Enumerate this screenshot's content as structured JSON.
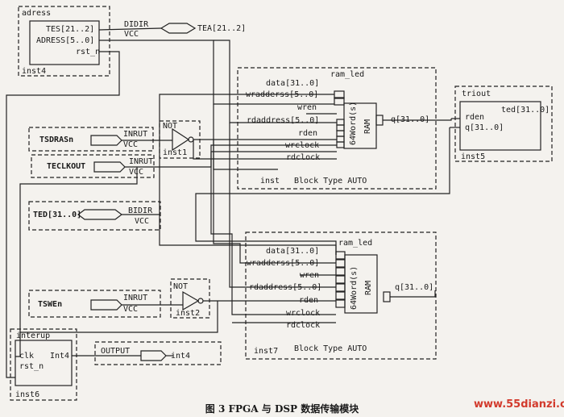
{
  "caption": "图 3   FPGA 与 DSP 数据传输模块",
  "watermark": "www.55dianzi.com",
  "adress": {
    "title": "adress",
    "ports": [
      "TES[21..2]",
      "ADRESS[5..0]",
      "rst_n"
    ],
    "inst": "inst4"
  },
  "didir": {
    "label1": "DIDIR",
    "label2": "VCC",
    "pin": "TEA[21..2]"
  },
  "ram1": {
    "title": "ram_led",
    "ports": [
      "data[31..0]",
      "wradderss[5..0]",
      "wren",
      "rdaddress[5..0]",
      "rden",
      "wrclock",
      "rdclock"
    ],
    "body": "64Word(s)",
    "body2": "RAM",
    "q": "q[31..0]",
    "inst": "inst",
    "type": "Block Type AUTO"
  },
  "triout": {
    "title": "triout",
    "ports": [
      "rden",
      "q[31..0]"
    ],
    "out": "ted[31..0]",
    "inst": "inst5"
  },
  "tsdrasn": {
    "name": "TSDRASn",
    "label1": "INRUT",
    "label2": "VCC"
  },
  "not1": {
    "label": "NOT",
    "inst": "inst1"
  },
  "teclkout": {
    "name": "TECLKOUT",
    "label1": "INRUT",
    "label2": "VCC"
  },
  "ted": {
    "name": "TED[31..0]",
    "label1": "BIDIR",
    "label2": "VCC"
  },
  "ram2": {
    "title": "ram_led",
    "ports": [
      "data[31..0]",
      "wradderss[5..0]",
      "wren",
      "rdaddress[5..0]",
      "rden",
      "wrclock",
      "rdclock"
    ],
    "body": "64Word(s)",
    "body2": "RAM",
    "q": "q[31..0]",
    "inst": "inst7",
    "type": "Block Type AUTO"
  },
  "tswen": {
    "name": "TSWEn",
    "label1": "INRUT",
    "label2": "VCC"
  },
  "not2": {
    "label": "NOT",
    "inst": "inst2"
  },
  "interup": {
    "title": "interup",
    "ports": [
      "clk",
      "rst_n"
    ],
    "out": "Int4",
    "inst": "inst6"
  },
  "output": {
    "label": "OUTPUT",
    "pin": "int4"
  }
}
